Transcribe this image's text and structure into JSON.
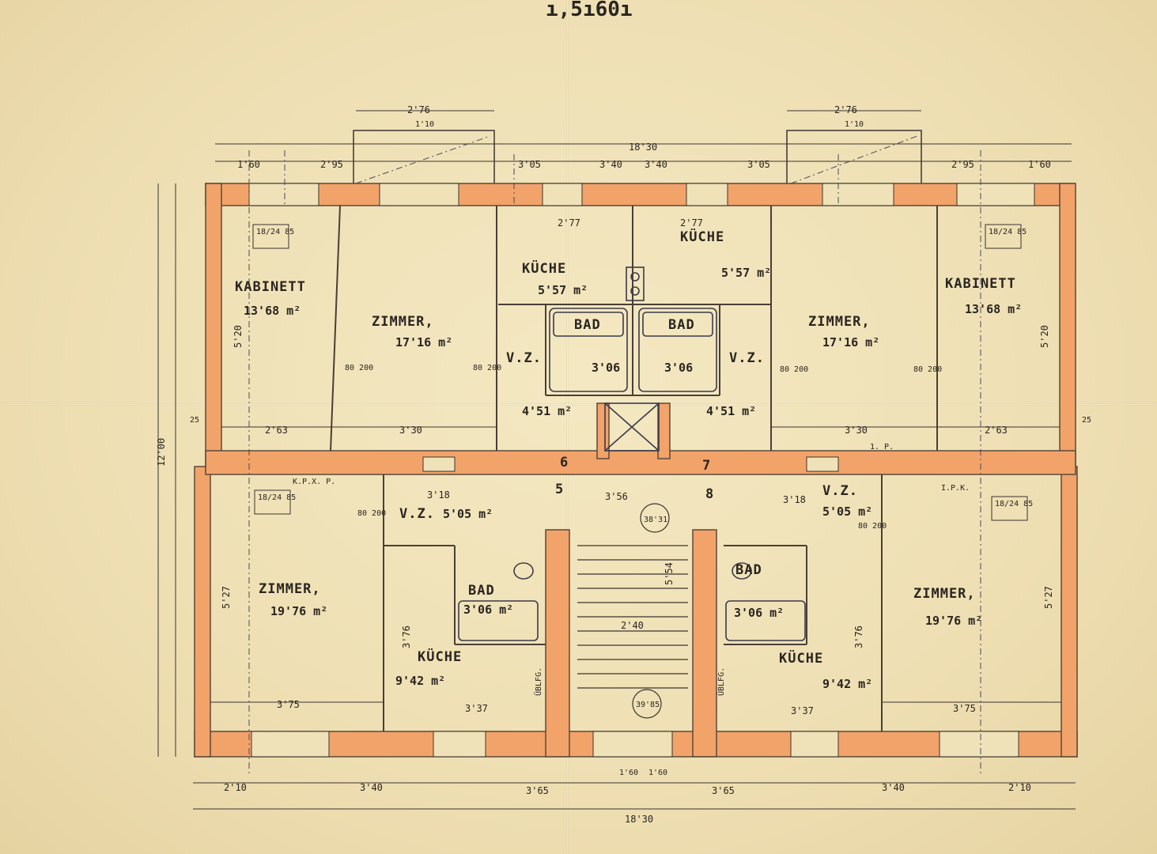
{
  "header_fragment": "ı,5ı60ı",
  "overall": {
    "width_top": "18'30",
    "width_bottom": "18'30",
    "depth": "12'00",
    "bay": "2'76",
    "bay_depth": "1'10",
    "wall_side": "25"
  },
  "rooms": {
    "kabinett_left": {
      "name": "KABINETT",
      "area": "13'68 m²",
      "w": "2'63",
      "h": "5'20"
    },
    "zimmer_top_left": {
      "name": "ZIMMER,",
      "area": "17'16 m²",
      "w": "3'30"
    },
    "kuche_top_left": {
      "name": "KÜCHE",
      "area": "5'57 m²",
      "w": "2'77"
    },
    "bad_top_left": {
      "name": "BAD",
      "area": "3'06"
    },
    "vz_top_left": {
      "name": "V.Z.",
      "area": "4'51 m²"
    },
    "bad_top_right": {
      "name": "BAD",
      "area": "3'06"
    },
    "kuche_top_right": {
      "name": "KÜCHE",
      "area": "5'57 m²",
      "w": "2'77"
    },
    "vz_top_right": {
      "name": "V.Z.",
      "area": "4'51 m²"
    },
    "zimmer_top_right": {
      "name": "ZIMMER,",
      "area": "17'16 m²",
      "w": "3'30"
    },
    "kabinett_right": {
      "name": "KABINETT",
      "area": "13'68 m²",
      "w": "2'63",
      "h": "5'20"
    },
    "zimmer_bot_left": {
      "name": "ZIMMER,",
      "area": "19'76 m²",
      "w": "3'75",
      "h": "5'27"
    },
    "vz_bot_left": {
      "name": "V.Z.",
      "area": "5'05 m²",
      "w": "3'18"
    },
    "bad_bot_left": {
      "name": "BAD",
      "area": "3'06 m²"
    },
    "kuche_bot_left": {
      "name": "KÜCHE",
      "area": "9'42 m²",
      "w": "3'37",
      "h": "3'76"
    },
    "stair": {
      "w": "3'56",
      "run": "5'54",
      "flight": "2'40",
      "a1": "38'31",
      "a2": "39'85"
    },
    "vz_bot_right": {
      "name": "V.Z.",
      "area": "5'05 m²",
      "w": "3'18"
    },
    "bad_bot_right": {
      "name": "BAD",
      "area": "3'06 m²"
    },
    "kuche_bot_right": {
      "name": "KÜCHE",
      "area": "9'42 m²",
      "w": "3'37",
      "h": "3'76"
    },
    "zimmer_bot_right": {
      "name": "ZIMMER,",
      "area": "19'76 m²",
      "w": "3'75",
      "h": "5'27"
    }
  },
  "top_dims": [
    "1'60",
    "2'95",
    "3'05",
    "3'40",
    "3'40",
    "3'05",
    "2'95",
    "1'60"
  ],
  "bottom_dims": [
    "2'10",
    "3'40",
    "3'65",
    "1'60",
    "1'60",
    "3'65",
    "3'40",
    "2'10"
  ],
  "window_tag": "18/24 85",
  "door_tag": "80 200",
  "misc": {
    "kpx": "K.P.X. P.",
    "ipk": "I.P.K.",
    "ip": "1. P.",
    "landing_l": "5",
    "landing_r": "8",
    "mid_l": "6",
    "mid_r": "7",
    "ubl": "ÜBLFG."
  },
  "colors": {
    "paper": "#efe2b8",
    "wall": "#f2a36a",
    "ink": "#2a2520"
  }
}
